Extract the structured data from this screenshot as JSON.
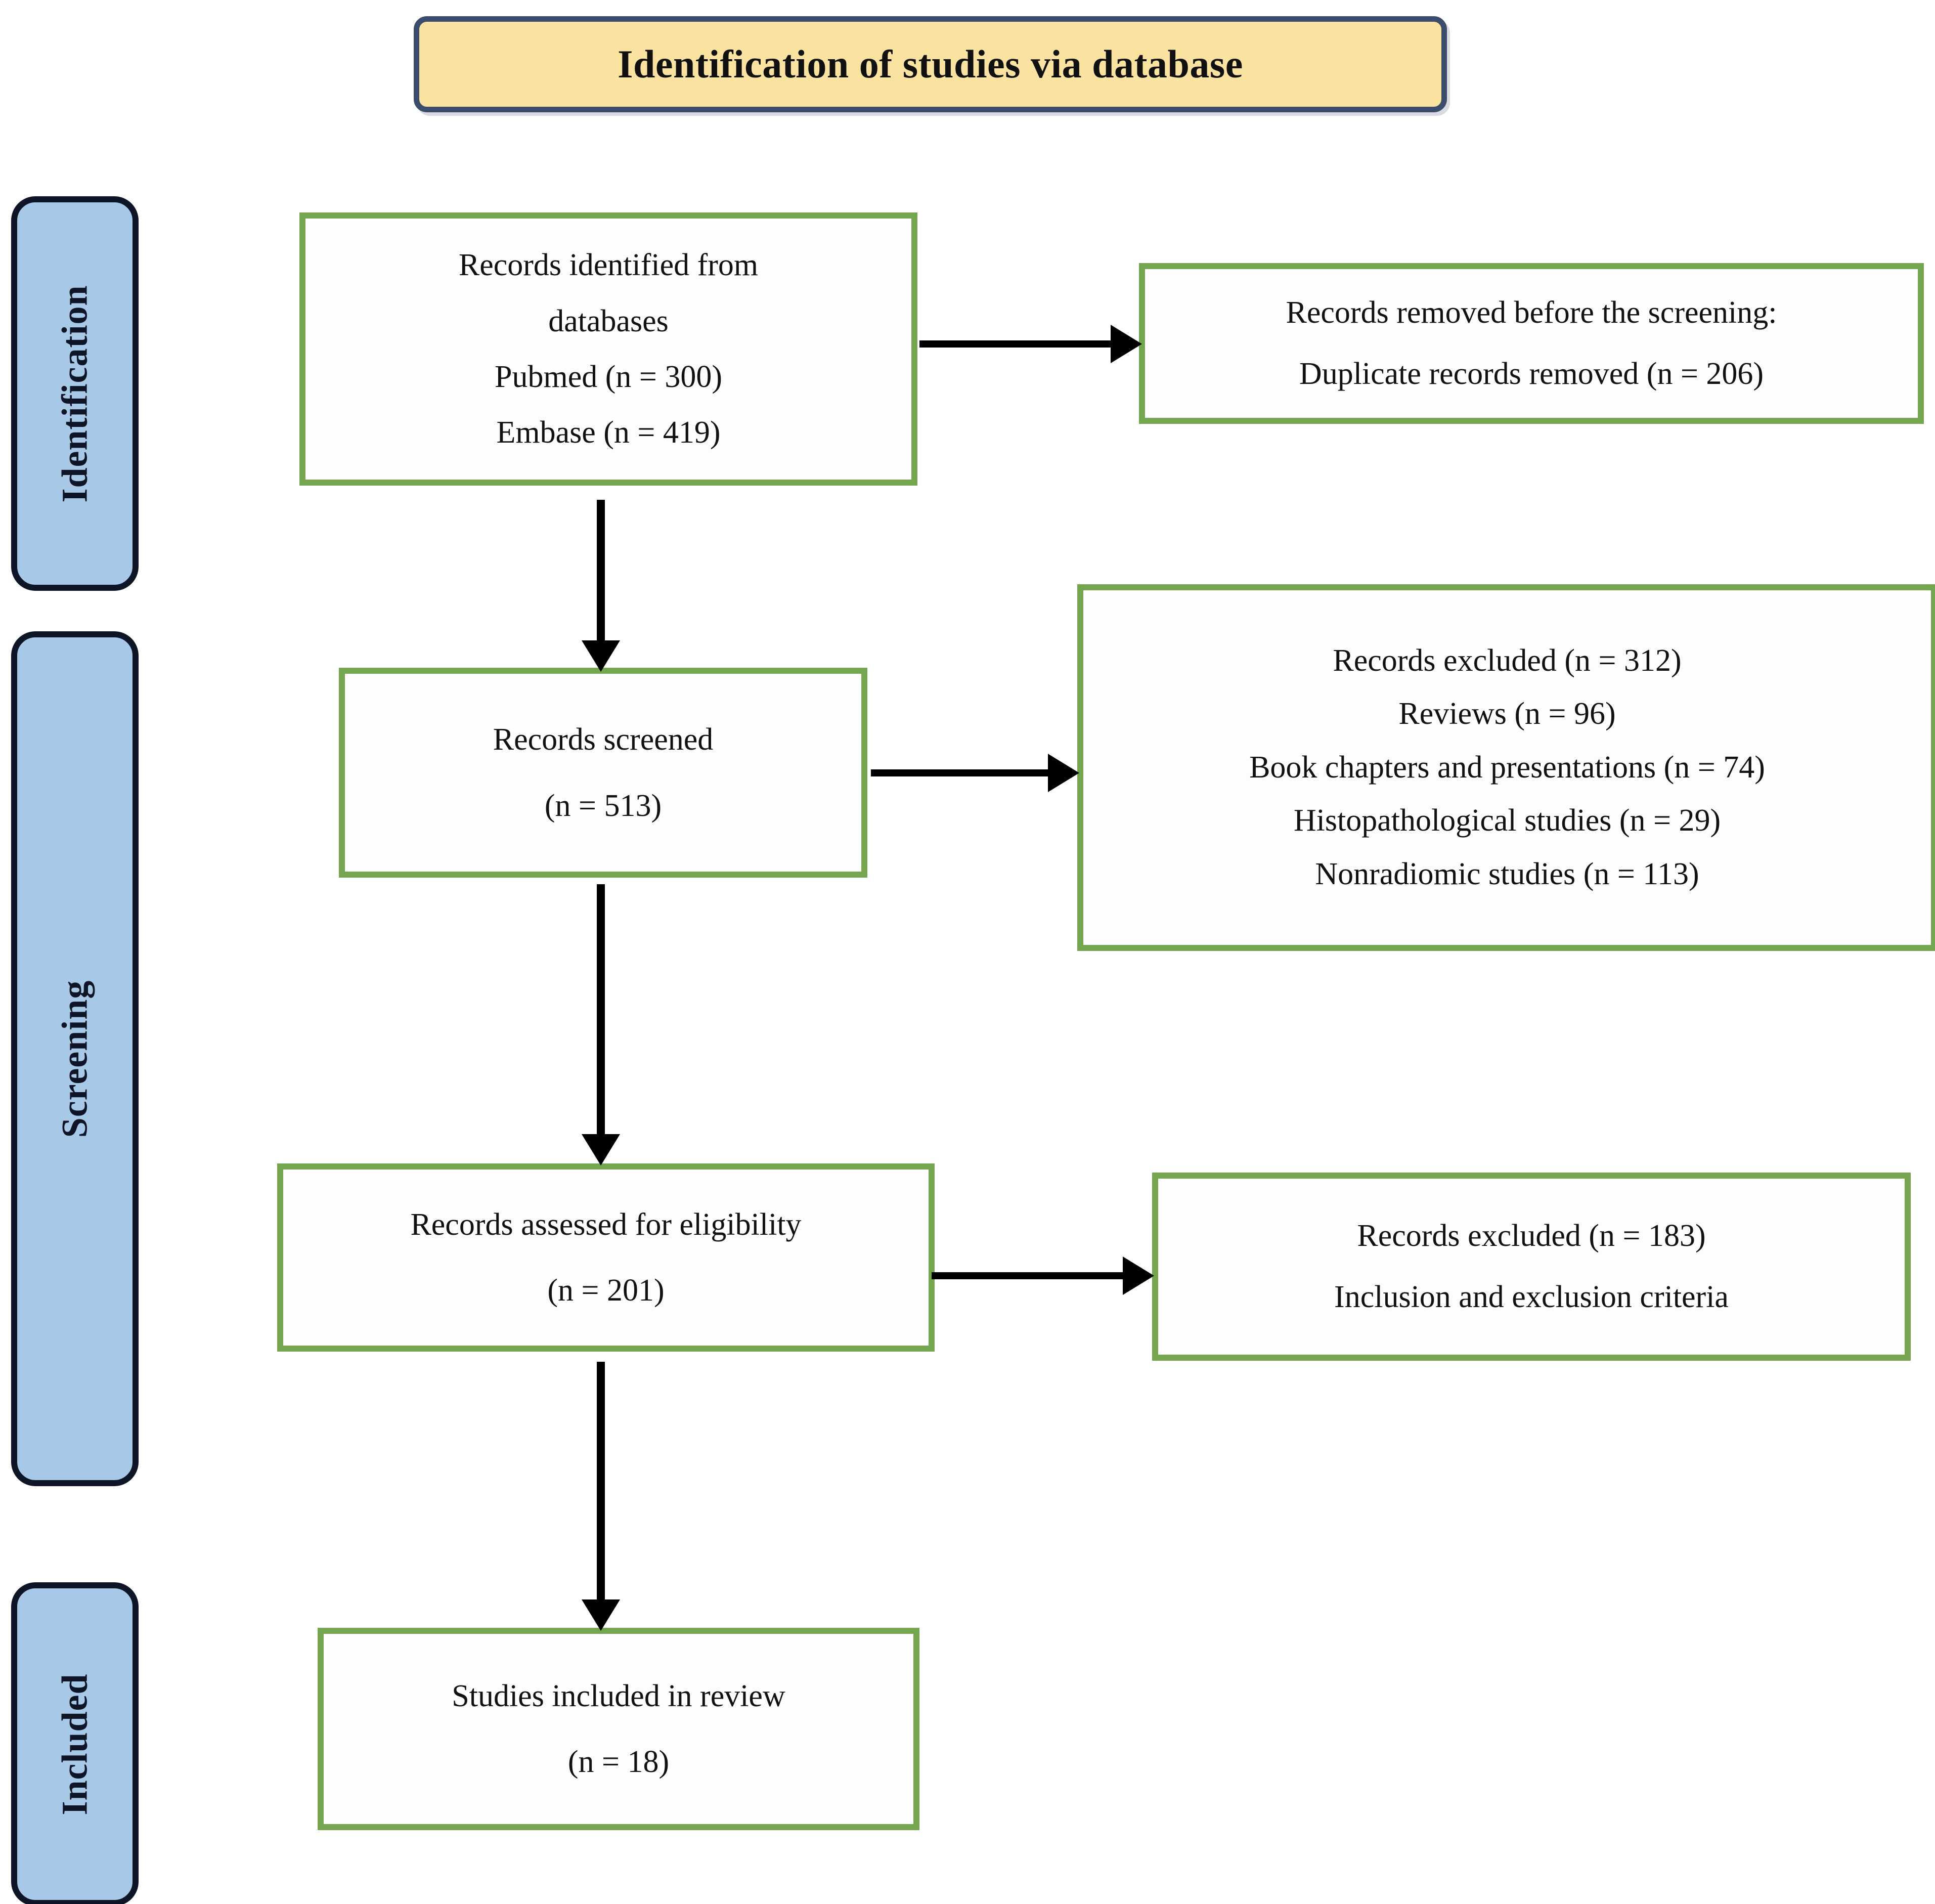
{
  "title": {
    "text": "Identification of studies via database"
  },
  "colors": {
    "banner_fill": "#FAE2A0",
    "banner_border": "#3C4C6D",
    "phase_bar_fill": "#A8C8E8",
    "phase_bar_border": "#0E1526",
    "node_border": "#74A64F",
    "node_fill": "#FDFEFB",
    "arrow": "#000000",
    "text": "#111111"
  },
  "phases": [
    {
      "id": "identification",
      "label": "Identification"
    },
    {
      "id": "screening",
      "label": "Screening"
    },
    {
      "id": "included",
      "label": "Included"
    }
  ],
  "nodes": {
    "identified": {
      "lines": [
        "Records identified from",
        "databases",
        "Pubmed (n = 300)",
        "Embase (n = 419)"
      ]
    },
    "removed": {
      "lines": [
        "Records removed before the screening:",
        "Duplicate records removed (n = 206)"
      ]
    },
    "screened": {
      "lines": [
        "Records screened",
        "(n = 513)"
      ]
    },
    "excluded_screening": {
      "lines": [
        "Records excluded (n = 312)",
        "Reviews (n = 96)",
        "Book chapters and presentations (n = 74)",
        "Histopathological studies (n = 29)",
        "Nonradiomic studies (n = 113)"
      ]
    },
    "eligibility": {
      "lines": [
        "Records assessed for eligibility",
        "(n = 201)"
      ]
    },
    "excluded_eligibility": {
      "lines": [
        "Records excluded (n = 183)",
        "Inclusion and exclusion criteria"
      ]
    },
    "included": {
      "lines": [
        "Studies included in review",
        "(n = 18)"
      ]
    }
  },
  "chart_data": {
    "type": "diagram",
    "title": "Identification of studies via database",
    "diagram_kind": "PRISMA flow diagram",
    "phases": [
      "Identification",
      "Screening",
      "Included"
    ],
    "counts": {
      "pubmed_identified": 300,
      "embase_identified": 419,
      "duplicates_removed": 206,
      "records_screened": 513,
      "records_excluded_screening": 312,
      "excluded_reviews": 96,
      "excluded_book_chapters_and_presentations": 74,
      "excluded_histopathological_studies": 29,
      "excluded_nonradiomic_studies": 113,
      "records_assessed_for_eligibility": 201,
      "records_excluded_eligibility": 183,
      "studies_included_in_review": 18
    },
    "flow": [
      {
        "from": "identified",
        "to": "removed",
        "direction": "right"
      },
      {
        "from": "identified",
        "to": "screened",
        "direction": "down"
      },
      {
        "from": "screened",
        "to": "excluded_screening",
        "direction": "right"
      },
      {
        "from": "screened",
        "to": "eligibility",
        "direction": "down"
      },
      {
        "from": "eligibility",
        "to": "excluded_eligibility",
        "direction": "right"
      },
      {
        "from": "eligibility",
        "to": "included",
        "direction": "down"
      }
    ]
  }
}
